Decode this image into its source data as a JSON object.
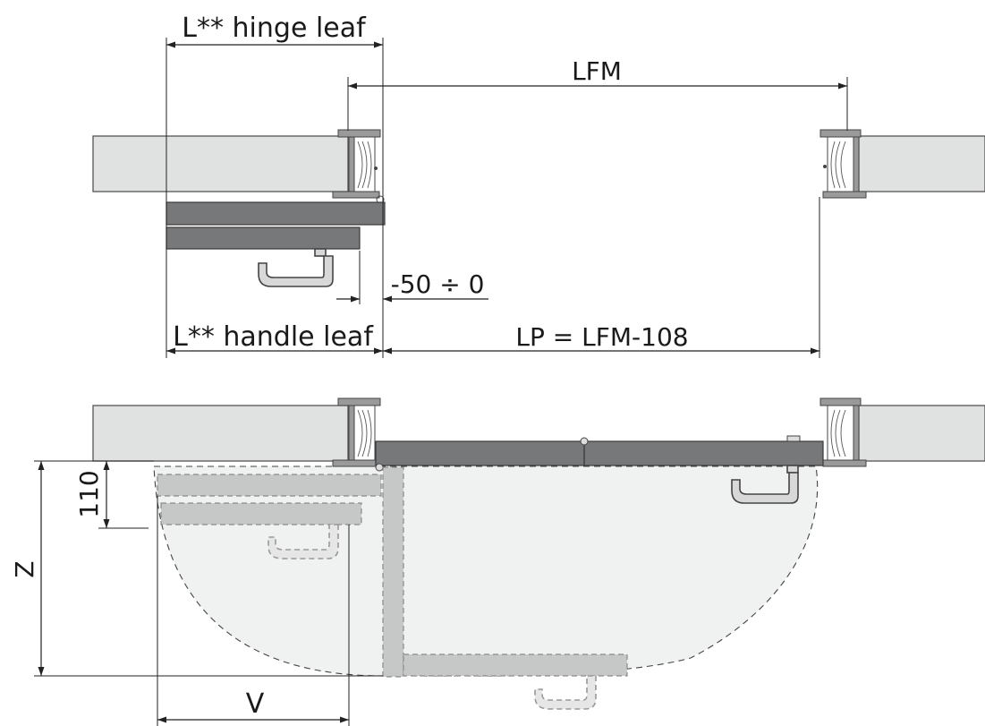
{
  "labels": {
    "hinge_leaf": "L** hinge leaf",
    "lfm": "LFM",
    "offset": "-50 ÷ 0",
    "handle_leaf": "L** handle leaf",
    "lp": "LP = LFM-108",
    "dim_110": "110",
    "z": "Z",
    "v": "V"
  },
  "colors": {
    "wall": "#e0e1e1",
    "leaf": "#777879",
    "leaf_ghost": "#c6c7c7",
    "swing_area": "#f0f1f1"
  }
}
